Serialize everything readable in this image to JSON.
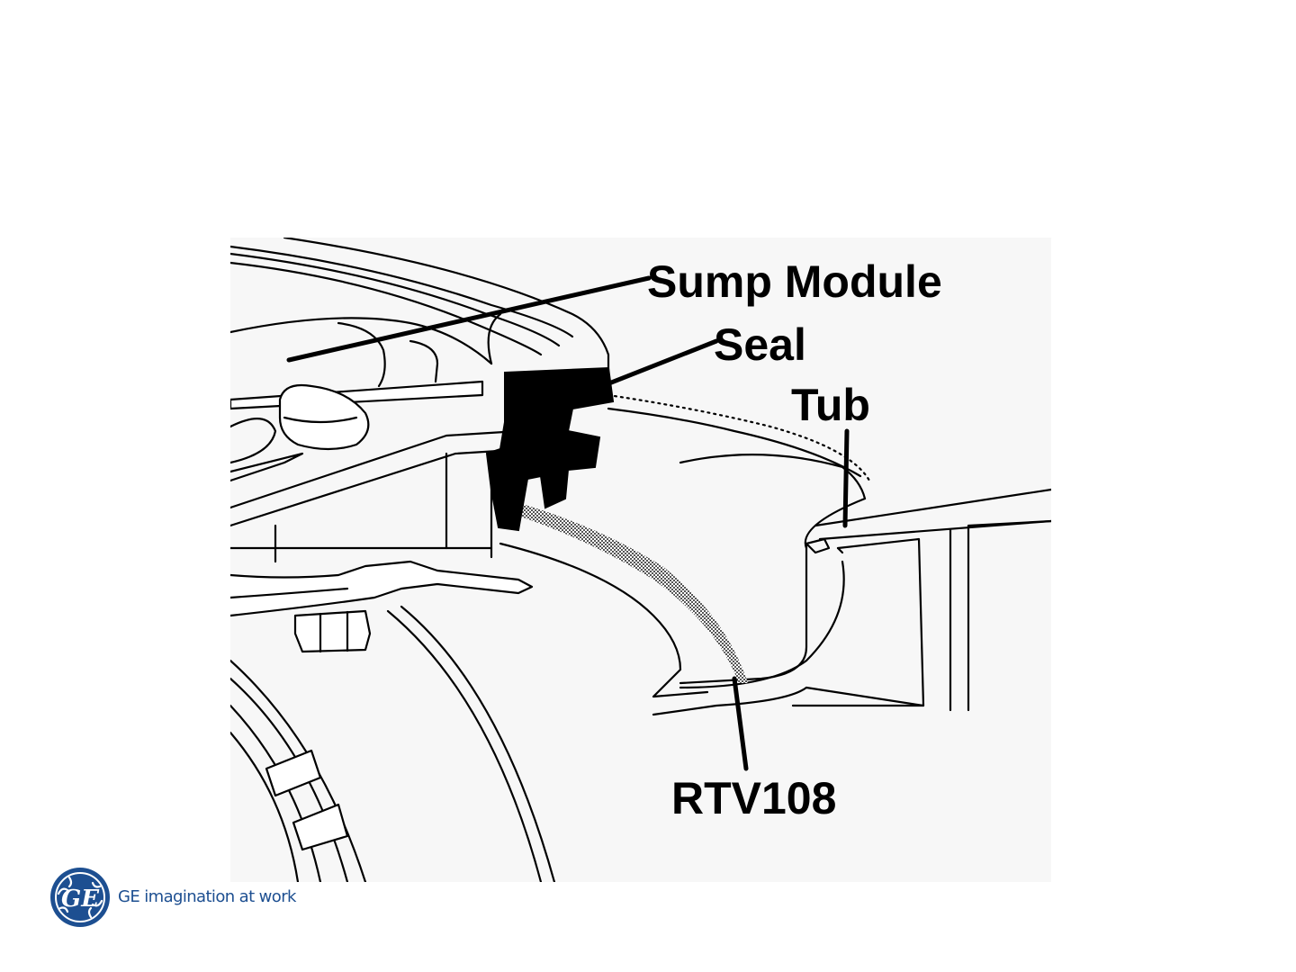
{
  "diagram": {
    "labels": {
      "sump_module": "Sump Module",
      "seal": "Seal",
      "tub": "Tub",
      "rtv": "RTV108"
    }
  },
  "footer": {
    "logo_text": "GE",
    "tagline": "GE imagination at work",
    "brand_color": "#1d4f91"
  }
}
